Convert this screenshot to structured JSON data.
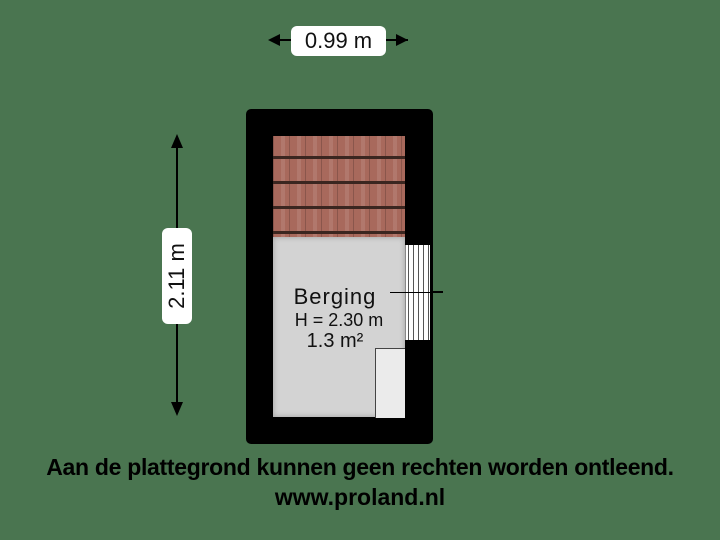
{
  "dimensions": {
    "width_label": "0.99 m",
    "depth_label": "2.11 m"
  },
  "room": {
    "name": "Berging",
    "height": "H = 2.30 m",
    "area": "1.3 m²"
  },
  "footer": {
    "disclaimer": "Aan de plattegrond kunnen geen rechten worden ontleend.",
    "website": "www.proland.nl"
  },
  "colors": {
    "background": "#4a7550",
    "walls": "#000000",
    "floor": "#d3d3d3",
    "roof_tiles": "#a8695c"
  }
}
